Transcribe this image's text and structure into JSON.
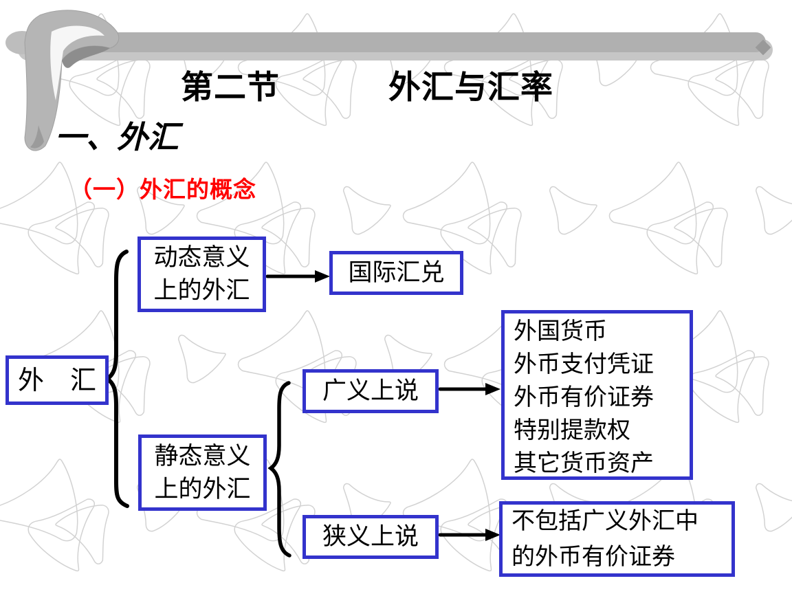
{
  "slide": {
    "title_part1": "第二节",
    "title_part2": "外汇与汇率",
    "section_heading": "一、外汇",
    "subsection_heading": "（一）外汇的概念"
  },
  "diagram": {
    "root_label": "外　汇",
    "dynamic_box_lines": [
      "动态意义",
      "上的外汇"
    ],
    "international_box_label": "国际汇兑",
    "static_box_lines": [
      "静态意义",
      "上的外汇"
    ],
    "broad_box_label": "广义上说",
    "broad_items": [
      "外国货币",
      "外币支付凭证",
      "外币有价证券",
      "特别提款权",
      "其它货币资产"
    ],
    "narrow_box_label": "狭义上说",
    "narrow_result_lines": [
      "不包括广义外汇中",
      "的外币有价证券"
    ]
  },
  "icons": {
    "logo": "boomerang-swoosh",
    "brace": "curly-brace",
    "arrow": "right-arrow",
    "background": "boomerang-outline-pattern"
  },
  "colors": {
    "box_border_blue": "#3333cc",
    "subsection_red": "#ff0000",
    "text_black": "#000000",
    "bar_gray_dark": "#b0b0b0",
    "bar_gray_light": "#c6c6c6",
    "diamond_gray": "#999999",
    "pattern_gray": "#d2d2d2"
  }
}
